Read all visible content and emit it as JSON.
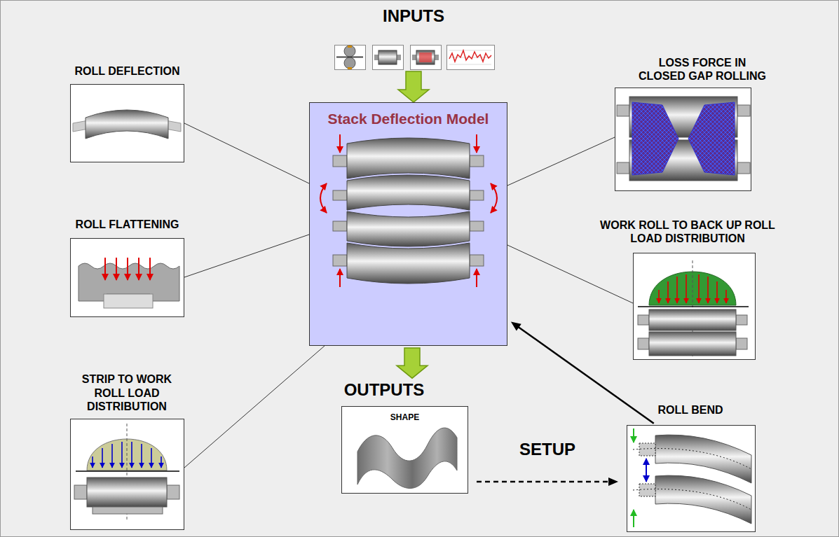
{
  "diagram": {
    "nodes": [
      {
        "text": [
          "INPUTS"
        ]
      },
      {
        "text": [
          "ROLL DEFLECTION"
        ]
      },
      {
        "text": [
          "LOSS FORCE IN CLOSED GAP ROLLING"
        ]
      },
      {
        "text": [
          "Stack Deflection Model"
        ]
      },
      {
        "text": [
          "ROLL FLATTENING"
        ]
      },
      {
        "text": [
          "WORK ROLL TO BACK UP ROLL LOAD DISTRIBUTION"
        ]
      },
      {
        "text": [
          "STRIP TO WORK ROLL LOAD DISTRIBUTION"
        ]
      },
      {
        "text": [
          "OUTPUTS",
          "SHAPE"
        ]
      },
      {
        "text": [
          "ROLL BEND"
        ]
      }
    ],
    "edges": [
      {
        "from": 0,
        "to": 3,
        "arrow": "to"
      },
      {
        "from": 1,
        "to": 3,
        "arrow": "none"
      },
      {
        "from": 2,
        "to": 3,
        "arrow": "none"
      },
      {
        "from": 4,
        "to": 3,
        "arrow": "none"
      },
      {
        "from": 5,
        "to": 3,
        "arrow": "none"
      },
      {
        "from": 6,
        "to": 3,
        "arrow": "none"
      },
      {
        "from": 3,
        "to": 7,
        "arrow": "to"
      },
      {
        "from": 7,
        "to": 8,
        "label": "SETUP",
        "arrow": "to"
      },
      {
        "from": 8,
        "to": 3,
        "arrow": "to"
      }
    ]
  }
}
